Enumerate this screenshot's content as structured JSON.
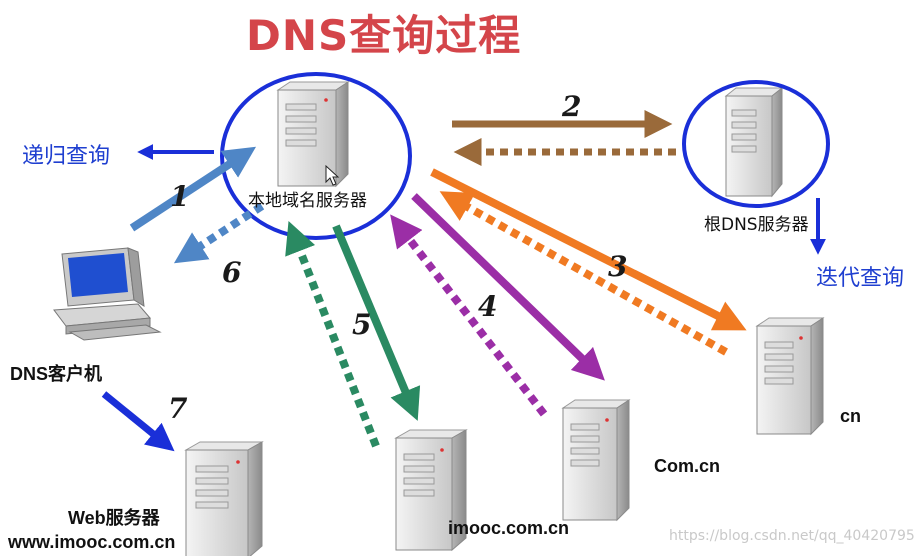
{
  "title": "DNS查询过程",
  "nodes": {
    "local_dns": "本地域名服务器",
    "root_dns": "根DNS服务器",
    "cn": "cn",
    "com_cn": "Com.cn",
    "imooc": "imooc.com.cn",
    "client": "DNS客户机",
    "web_name": "Web服务器",
    "web_url": "www.imooc.com.cn"
  },
  "annotations": {
    "recursive": "递归查询",
    "iterative": "迭代查询"
  },
  "steps": [
    "1",
    "2",
    "3",
    "4",
    "5",
    "6",
    "7"
  ],
  "colors": {
    "title": "#d4454a",
    "ellipse": "#1a2fd8",
    "step1": "#4f86c6",
    "step2": "#9a6a3a",
    "step3": "#f07a22",
    "step4": "#9b2ea6",
    "step5": "#2a8a62",
    "step7": "#1a2fd8"
  },
  "watermark": "https://blog.csdn.net/qq_40420795"
}
